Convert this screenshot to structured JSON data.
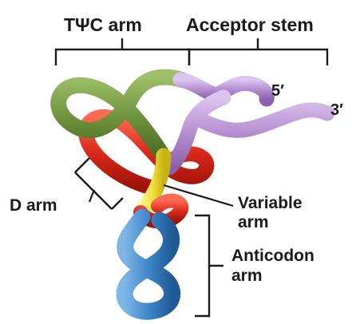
{
  "labels": {
    "tpsic_arm": "TΨC arm",
    "acceptor_stem": "Acceptor stem",
    "five_prime": "5′",
    "three_prime": "3′",
    "d_arm": "D arm",
    "variable_arm_line1": "Variable",
    "variable_arm_line2": "arm",
    "anticodon_arm_line1": "Anticodon",
    "anticodon_arm_line2": "arm"
  },
  "colors": {
    "tpsic_arm": "#6b8f3a",
    "acceptor_stem": "#b68fd0",
    "d_arm": "#d92a1a",
    "variable_arm": "#f2e13a",
    "anticodon_arm": "#3f86c9",
    "leader_lines": "#1a1a1a"
  }
}
